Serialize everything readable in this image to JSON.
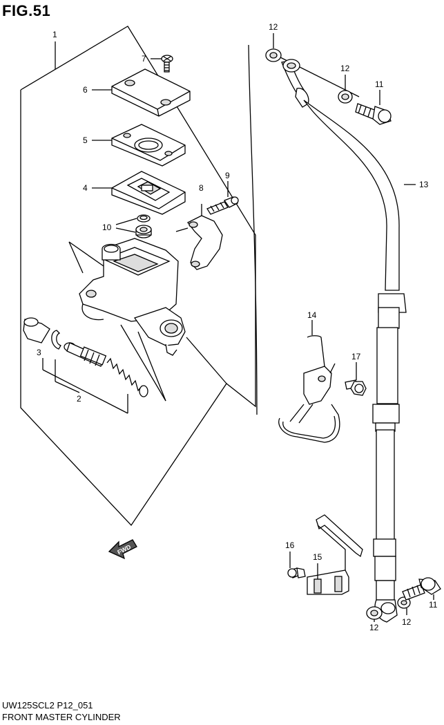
{
  "figure": {
    "title": "FIG.51"
  },
  "callouts": {
    "c1": "1",
    "c2": "2",
    "c3": "3",
    "c4": "4",
    "c5": "5",
    "c6": "6",
    "c7": "7",
    "c8": "8",
    "c9": "9",
    "c10": "10",
    "c11a": "11",
    "c11b": "11",
    "c12a": "12",
    "c12b": "12",
    "c12c": "12",
    "c12d": "12",
    "c13": "13",
    "c14": "14",
    "c15": "15",
    "c16": "16",
    "c17": "17"
  },
  "fwd_label": "FWD",
  "footer": {
    "code": "UW125SCL2 P12_051",
    "caption": "FRONT MASTER CYLINDER"
  }
}
